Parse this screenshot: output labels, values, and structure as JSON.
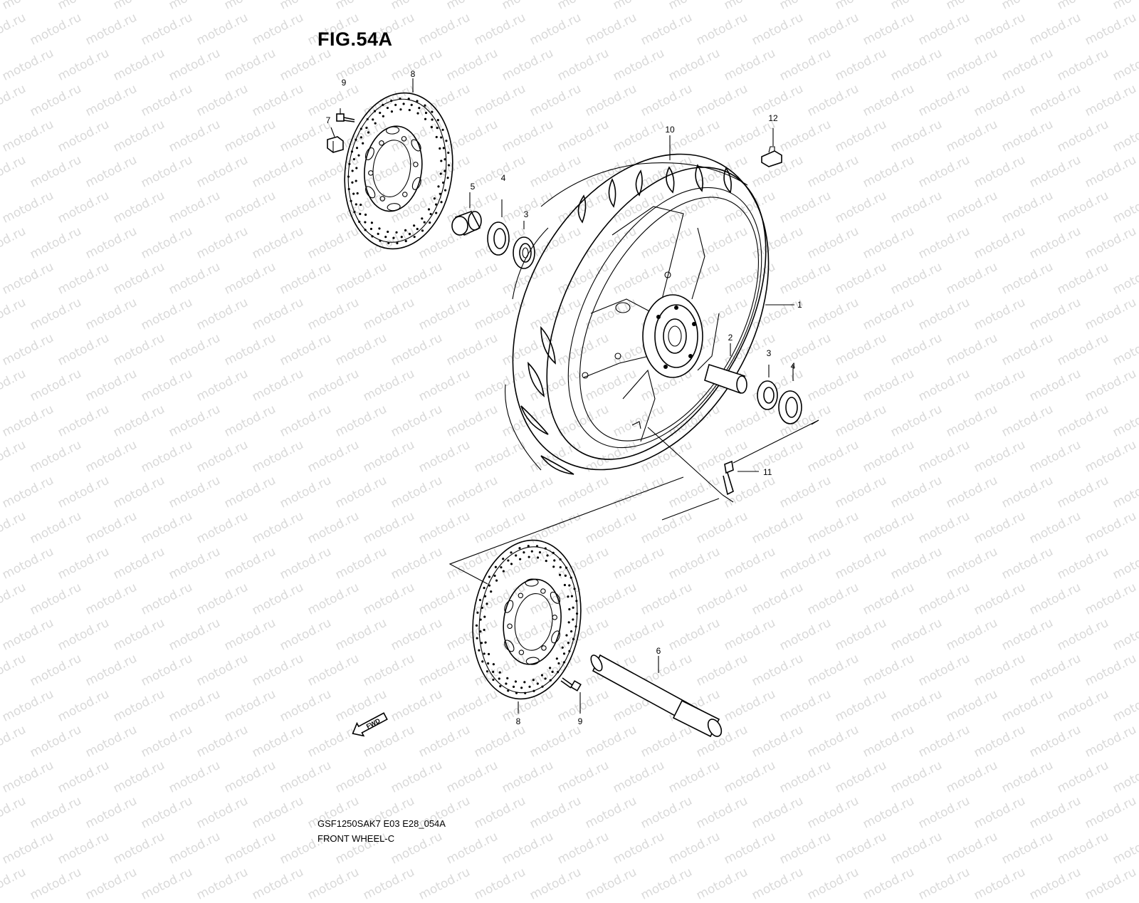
{
  "figure": {
    "title": "FIG.54A",
    "code": "GSF1250SAK7 E03 E28_054A",
    "name": "FRONT WHEEL-C"
  },
  "watermark": "motod.ru",
  "fwd_label": "FWD",
  "callouts": {
    "c1": "1",
    "c2": "2",
    "c3a": "3",
    "c3b": "3",
    "c4a": "4",
    "c4b": "4",
    "c5": "5",
    "c6": "6",
    "c7": "7",
    "c8a": "8",
    "c8b": "8",
    "c9a": "9",
    "c9b": "9",
    "c10": "10",
    "c11": "11",
    "c12": "12"
  },
  "parts": [
    {
      "ref": "1",
      "name": "front-wheel-rim"
    },
    {
      "ref": "2",
      "name": "wheel-spacer"
    },
    {
      "ref": "3",
      "name": "bearing"
    },
    {
      "ref": "4",
      "name": "oil-seal"
    },
    {
      "ref": "5",
      "name": "spacer-collar"
    },
    {
      "ref": "6",
      "name": "front-axle"
    },
    {
      "ref": "7",
      "name": "nut"
    },
    {
      "ref": "8",
      "name": "brake-disc"
    },
    {
      "ref": "9",
      "name": "disc-bolt"
    },
    {
      "ref": "10",
      "name": "tire"
    },
    {
      "ref": "11",
      "name": "valve"
    },
    {
      "ref": "12",
      "name": "balancer-weight"
    }
  ],
  "colors": {
    "ink": "#000000",
    "watermark": "#d9d9d9",
    "background": "#ffffff"
  }
}
